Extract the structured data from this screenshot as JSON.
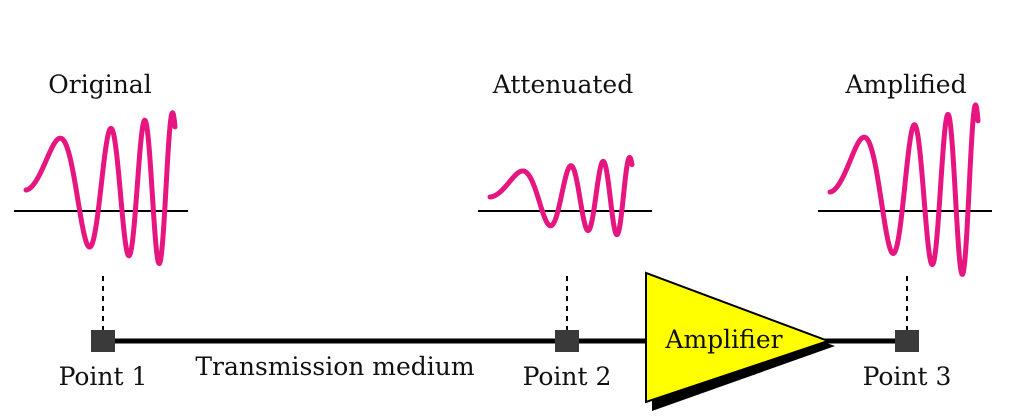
{
  "colors": {
    "wave": "#e6157f",
    "line": "#000000",
    "node": "#3a3a3a",
    "amplifier_fill": "#ffff00",
    "amplifier_shadow": "#000000"
  },
  "labels": {
    "original": "Original",
    "attenuated": "Attenuated",
    "amplified": "Amplified",
    "point1": "Point 1",
    "point2": "Point 2",
    "point3": "Point 3",
    "medium": "Transmission medium",
    "amplifier": "Amplifier"
  }
}
